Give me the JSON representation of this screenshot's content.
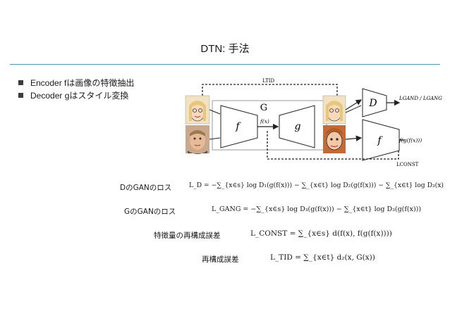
{
  "title": "DTN: 手法",
  "bullets": [
    "Encoder fは画像の特徴抽出",
    "Decoder gはスタイル変換"
  ],
  "diagram": {
    "ltid_label": "LTID",
    "g_block_label": "G",
    "encoder_f": "f",
    "decoder_g": "g",
    "fx_label": "f(x)",
    "discriminator_d": "D",
    "encoder_f2": "f",
    "lgan_label": "LGAND / LGANG",
    "fgfx_label": "f(g(f(x)))",
    "lconst_label": "LCONST"
  },
  "losses": [
    {
      "label": "DのGANのロス",
      "formula": "L_D = −∑_{x∈s} log D₁(g(f(x))) − ∑_{x∈t} log D₂(g(f(x))) − ∑_{x∈t} log D₃(x)"
    },
    {
      "label": "GのGANのロス",
      "formula": "L_GANG = −∑_{x∈s} log D₃(g(f(x))) − ∑_{x∈t} log D₃(g(f(x)))"
    },
    {
      "label": "特徴量の再構成誤差",
      "formula": "L_CONST = ∑_{x∈s} d(f(x), f(g(f(x))))"
    },
    {
      "label": "再構成誤差",
      "formula": "L_TID = ∑_{x∈t} d₂(x, G(x))"
    }
  ]
}
